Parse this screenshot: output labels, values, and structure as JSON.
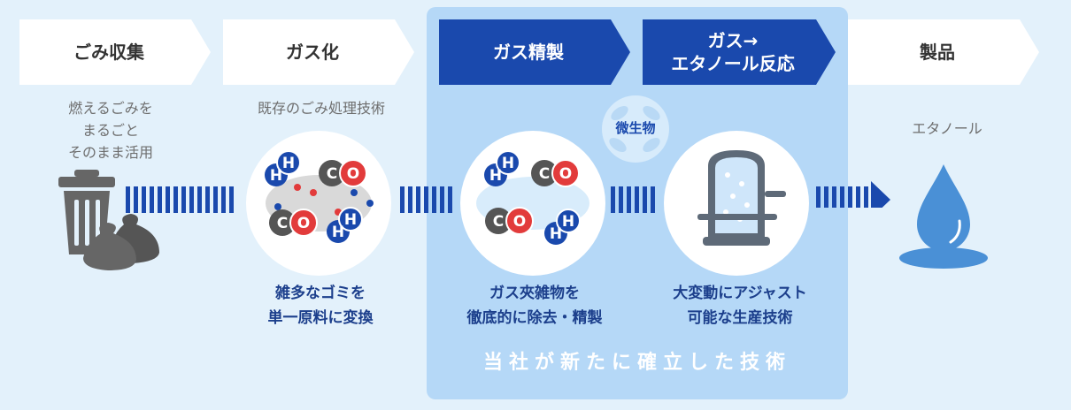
{
  "steps": [
    {
      "label": "ごみ収集"
    },
    {
      "label": "ガス化"
    },
    {
      "label": "ガス精製"
    },
    {
      "label": "ガス→\nエタノール反応"
    },
    {
      "label": "製品"
    }
  ],
  "descriptions": {
    "garbage": "燃えるごみを\nまるごと\nそのまま活用",
    "gasification": "既存のごみ処理技術",
    "product": "エタノール"
  },
  "captions": {
    "gasification": "雑多なゴミを\n単一原料に変換",
    "purification": "ガス夾雑物を\n徹底的に除去・精製",
    "reaction": "大変動にアジャスト\n可能な生産技術"
  },
  "microbe_label": "微生物",
  "footer": "当社が新たに確立した技術",
  "molecules": {
    "hydrogen": "H",
    "carbon": "C",
    "oxygen": "O"
  },
  "colors": {
    "background": "#e3f1fb",
    "highlight": "#b5d8f7",
    "step_blue": "#1a49ad",
    "text_blue": "#1c3f8c",
    "stripe": "#1a49ad",
    "hydrogen": "#1a49ad",
    "oxygen": "#e23b3b",
    "carbon": "#555555",
    "water_drop": "#4a90d6"
  }
}
